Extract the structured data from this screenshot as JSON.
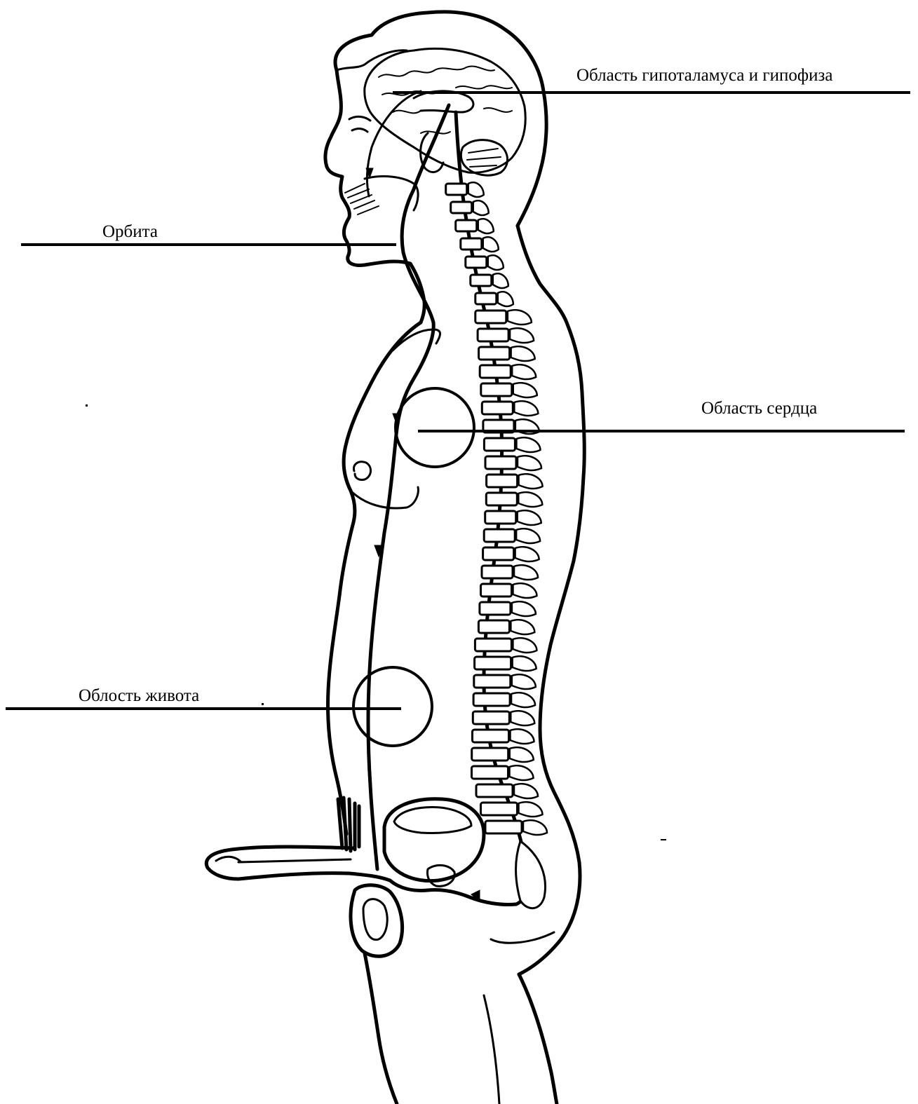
{
  "labels": {
    "hypothalamus": "Область гипоталамуса и гипофиза",
    "orbit": "Орбита",
    "heart": "Область сердца",
    "abdomen": "Облость живота"
  },
  "colors": {
    "ink": "#000000",
    "background": "#ffffff"
  }
}
